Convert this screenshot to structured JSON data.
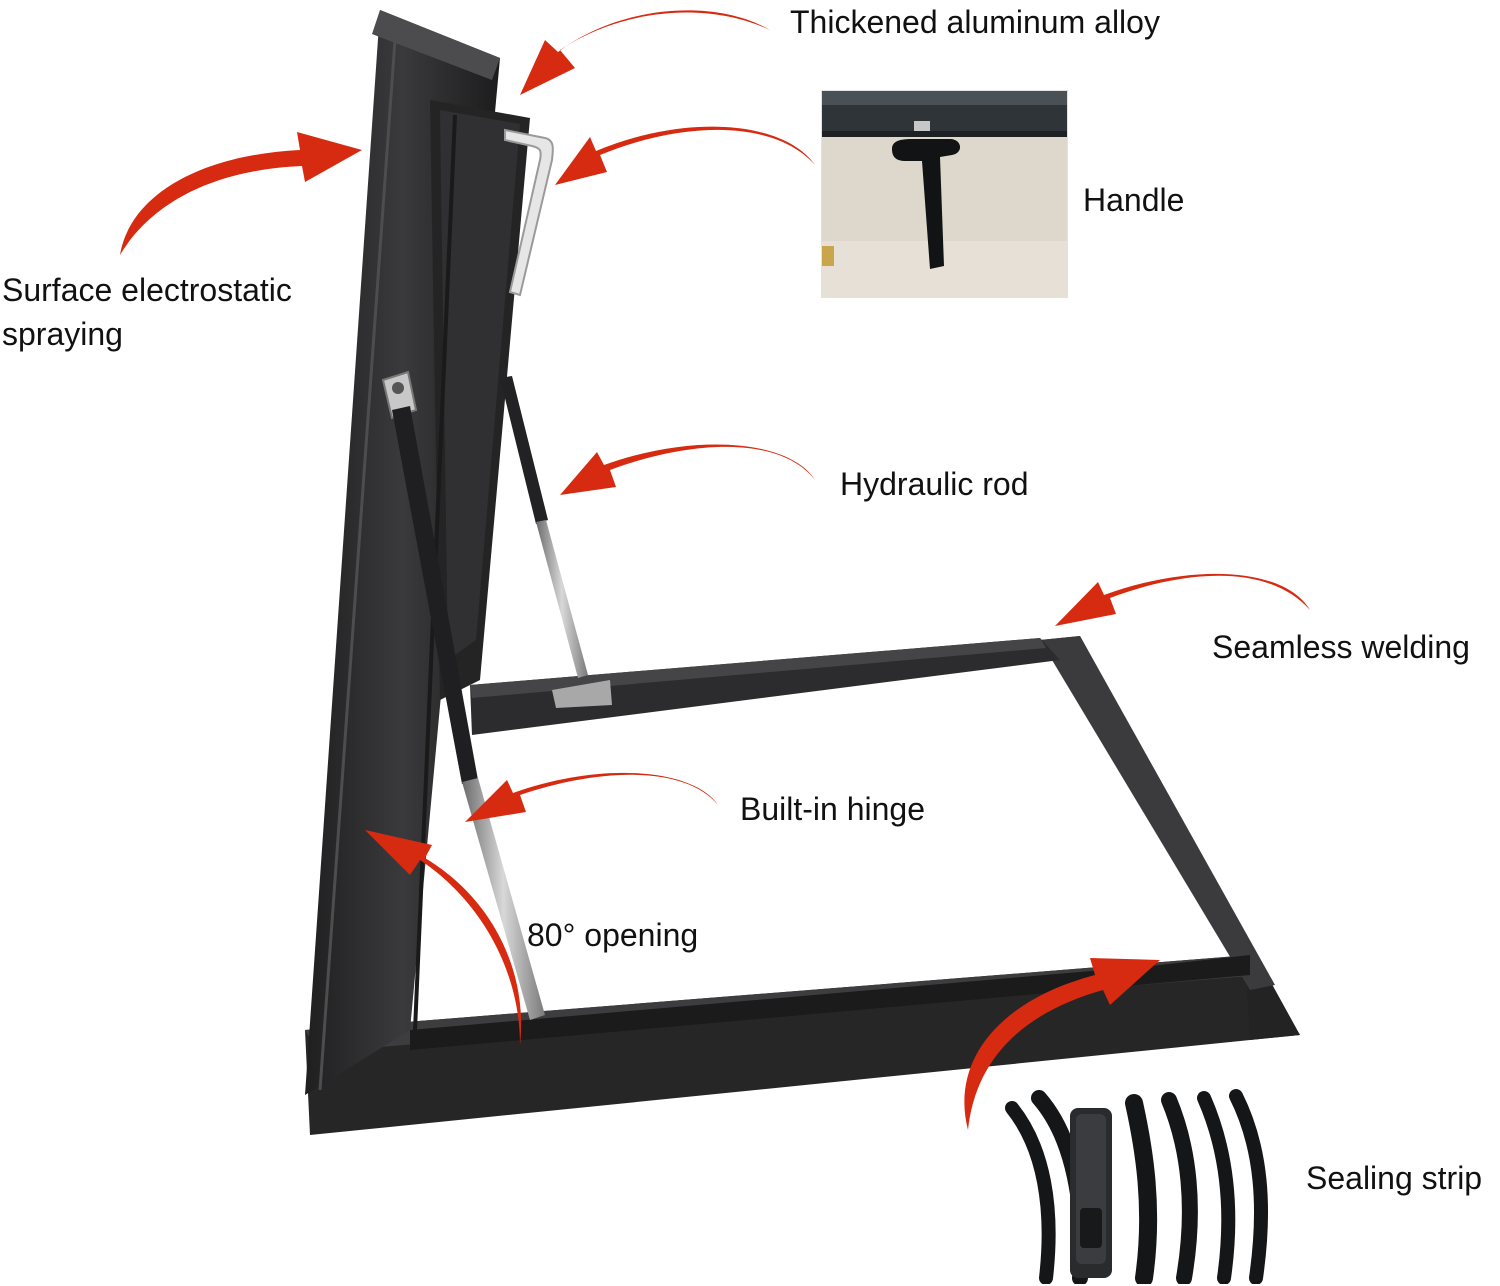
{
  "labels": {
    "thickened_alloy": "Thickened aluminum alloy",
    "handle": "Handle",
    "surface_spraying": "Surface electrostatic spraying",
    "hydraulic_rod": "Hydraulic rod",
    "seamless_welding": "Seamless welding",
    "builtin_hinge": "Built-in hinge",
    "opening": "80° opening",
    "sealing_strip": "Sealing strip"
  },
  "colors": {
    "arrow": "#d62b10",
    "frame": "#2b2b2c",
    "frame_highlight": "#4a4a4c",
    "background": "#ffffff"
  },
  "icons": {
    "arrow": "curved-arrow-icon",
    "handle_photo": "handle-photo",
    "seal_photo": "sealing-strip-photo"
  }
}
